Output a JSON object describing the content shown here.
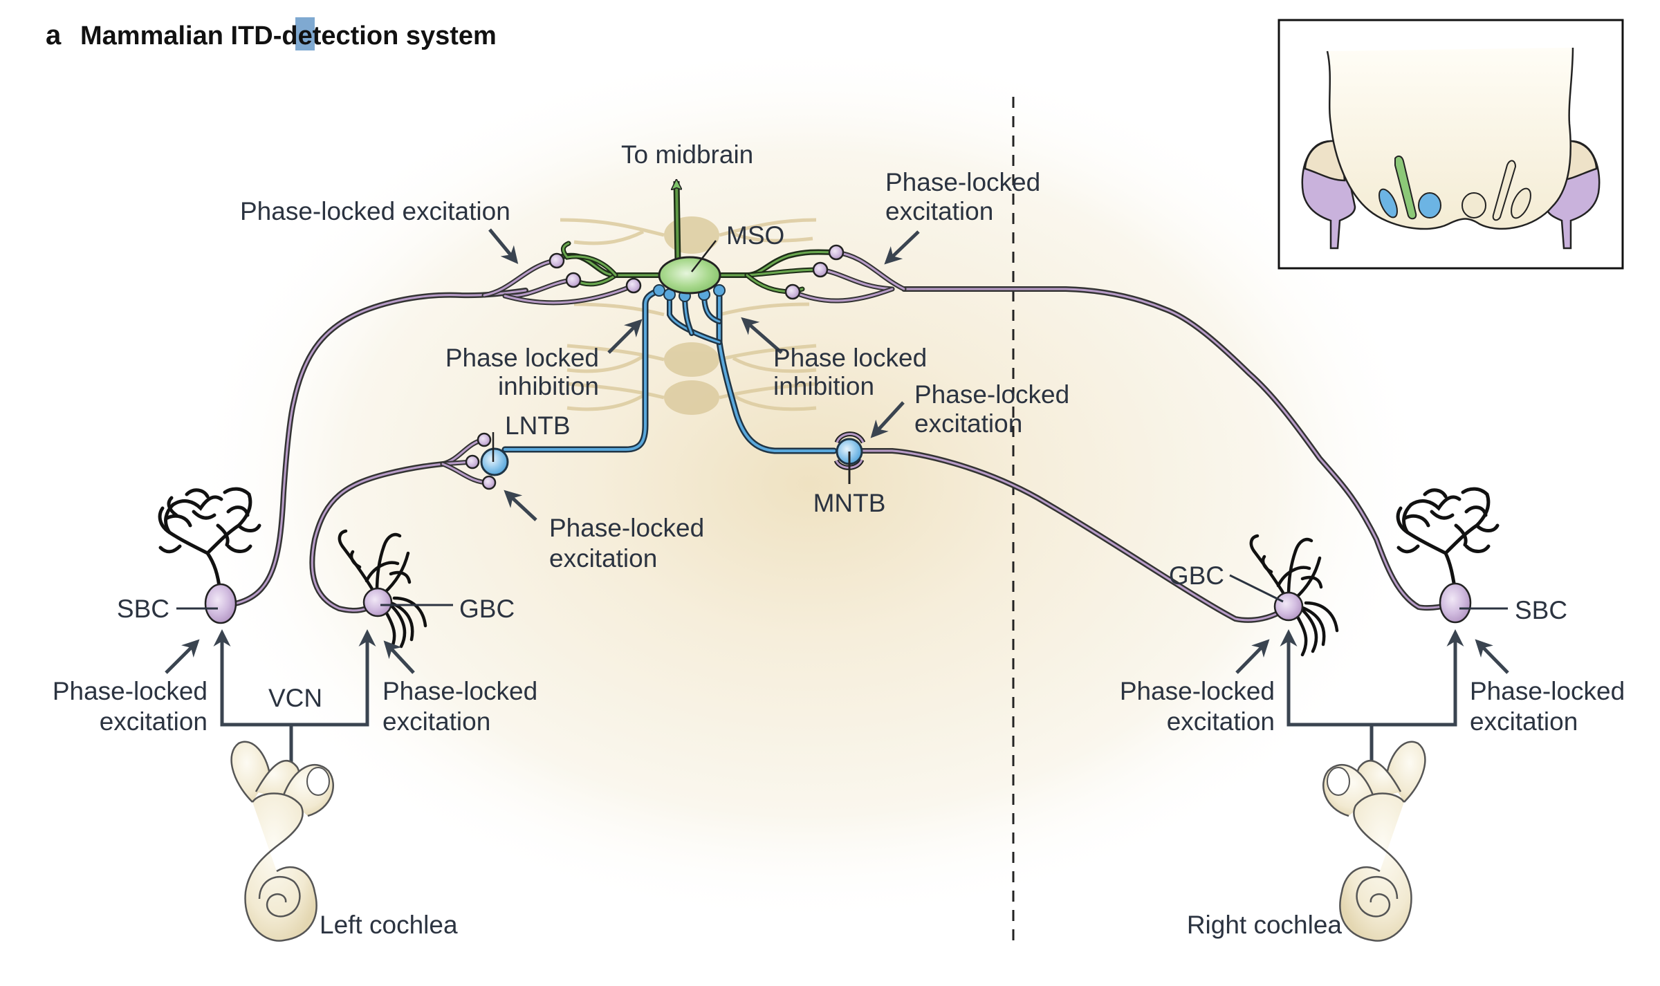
{
  "figure": {
    "panel_letter": "a",
    "title": "Mammalian ITD-detection system",
    "highlight_color": "#7fa9d1"
  },
  "colors": {
    "text": "#2b3340",
    "arrow": "#3a4450",
    "excitatory_axon": "#b89cc8",
    "inhibitory_axon": "#5aa8dc",
    "mso_soma": "#a9d98e",
    "mso_dendrite": "#5f9a45",
    "bouton": "#c7a9d9",
    "background_neuron": "#d9c9a0",
    "cochlea": "#f2ead2",
    "glow": "#f6eedb"
  },
  "labels": {
    "to_midbrain": "To midbrain",
    "mso": "MSO",
    "lntb": "LNTB",
    "mntb": "MNTB",
    "sbc_left": "SBC",
    "gbc_left": "GBC",
    "sbc_right": "SBC",
    "gbc_right": "GBC",
    "vcn": "VCN",
    "left_cochlea": "Left cochlea",
    "right_cochlea": "Right cochlea",
    "exc_top_left": "Phase-locked excitation",
    "exc_top_right_1": "Phase-locked",
    "exc_top_right_2": "excitation",
    "inh_left_1": "Phase locked",
    "inh_left_2": "inhibition",
    "inh_right_1": "Phase locked",
    "inh_right_2": "inhibition",
    "exc_mntb_1": "Phase-locked",
    "exc_mntb_2": "excitation",
    "exc_lntb_1": "Phase-locked",
    "exc_lntb_2": "excitation",
    "exc_sbc_left_1": "Phase-locked",
    "exc_sbc_left_2": "excitation",
    "exc_gbc_left_1": "Phase-locked",
    "exc_gbc_left_2": "excitation",
    "exc_gbc_right_1": "Phase-locked",
    "exc_gbc_right_2": "excitation",
    "exc_sbc_right_1": "Phase-locked",
    "exc_sbc_right_2": "excitation"
  },
  "inset": {
    "description": "brainstem cross-section",
    "nuclei_colors": [
      "#6cb4e4",
      "#8cc878",
      "#6cb4e4",
      "#f2ead2",
      "#f2ead2",
      "#f2ead2"
    ],
    "cochlear_nucleus_color": "#c9b2dc"
  }
}
